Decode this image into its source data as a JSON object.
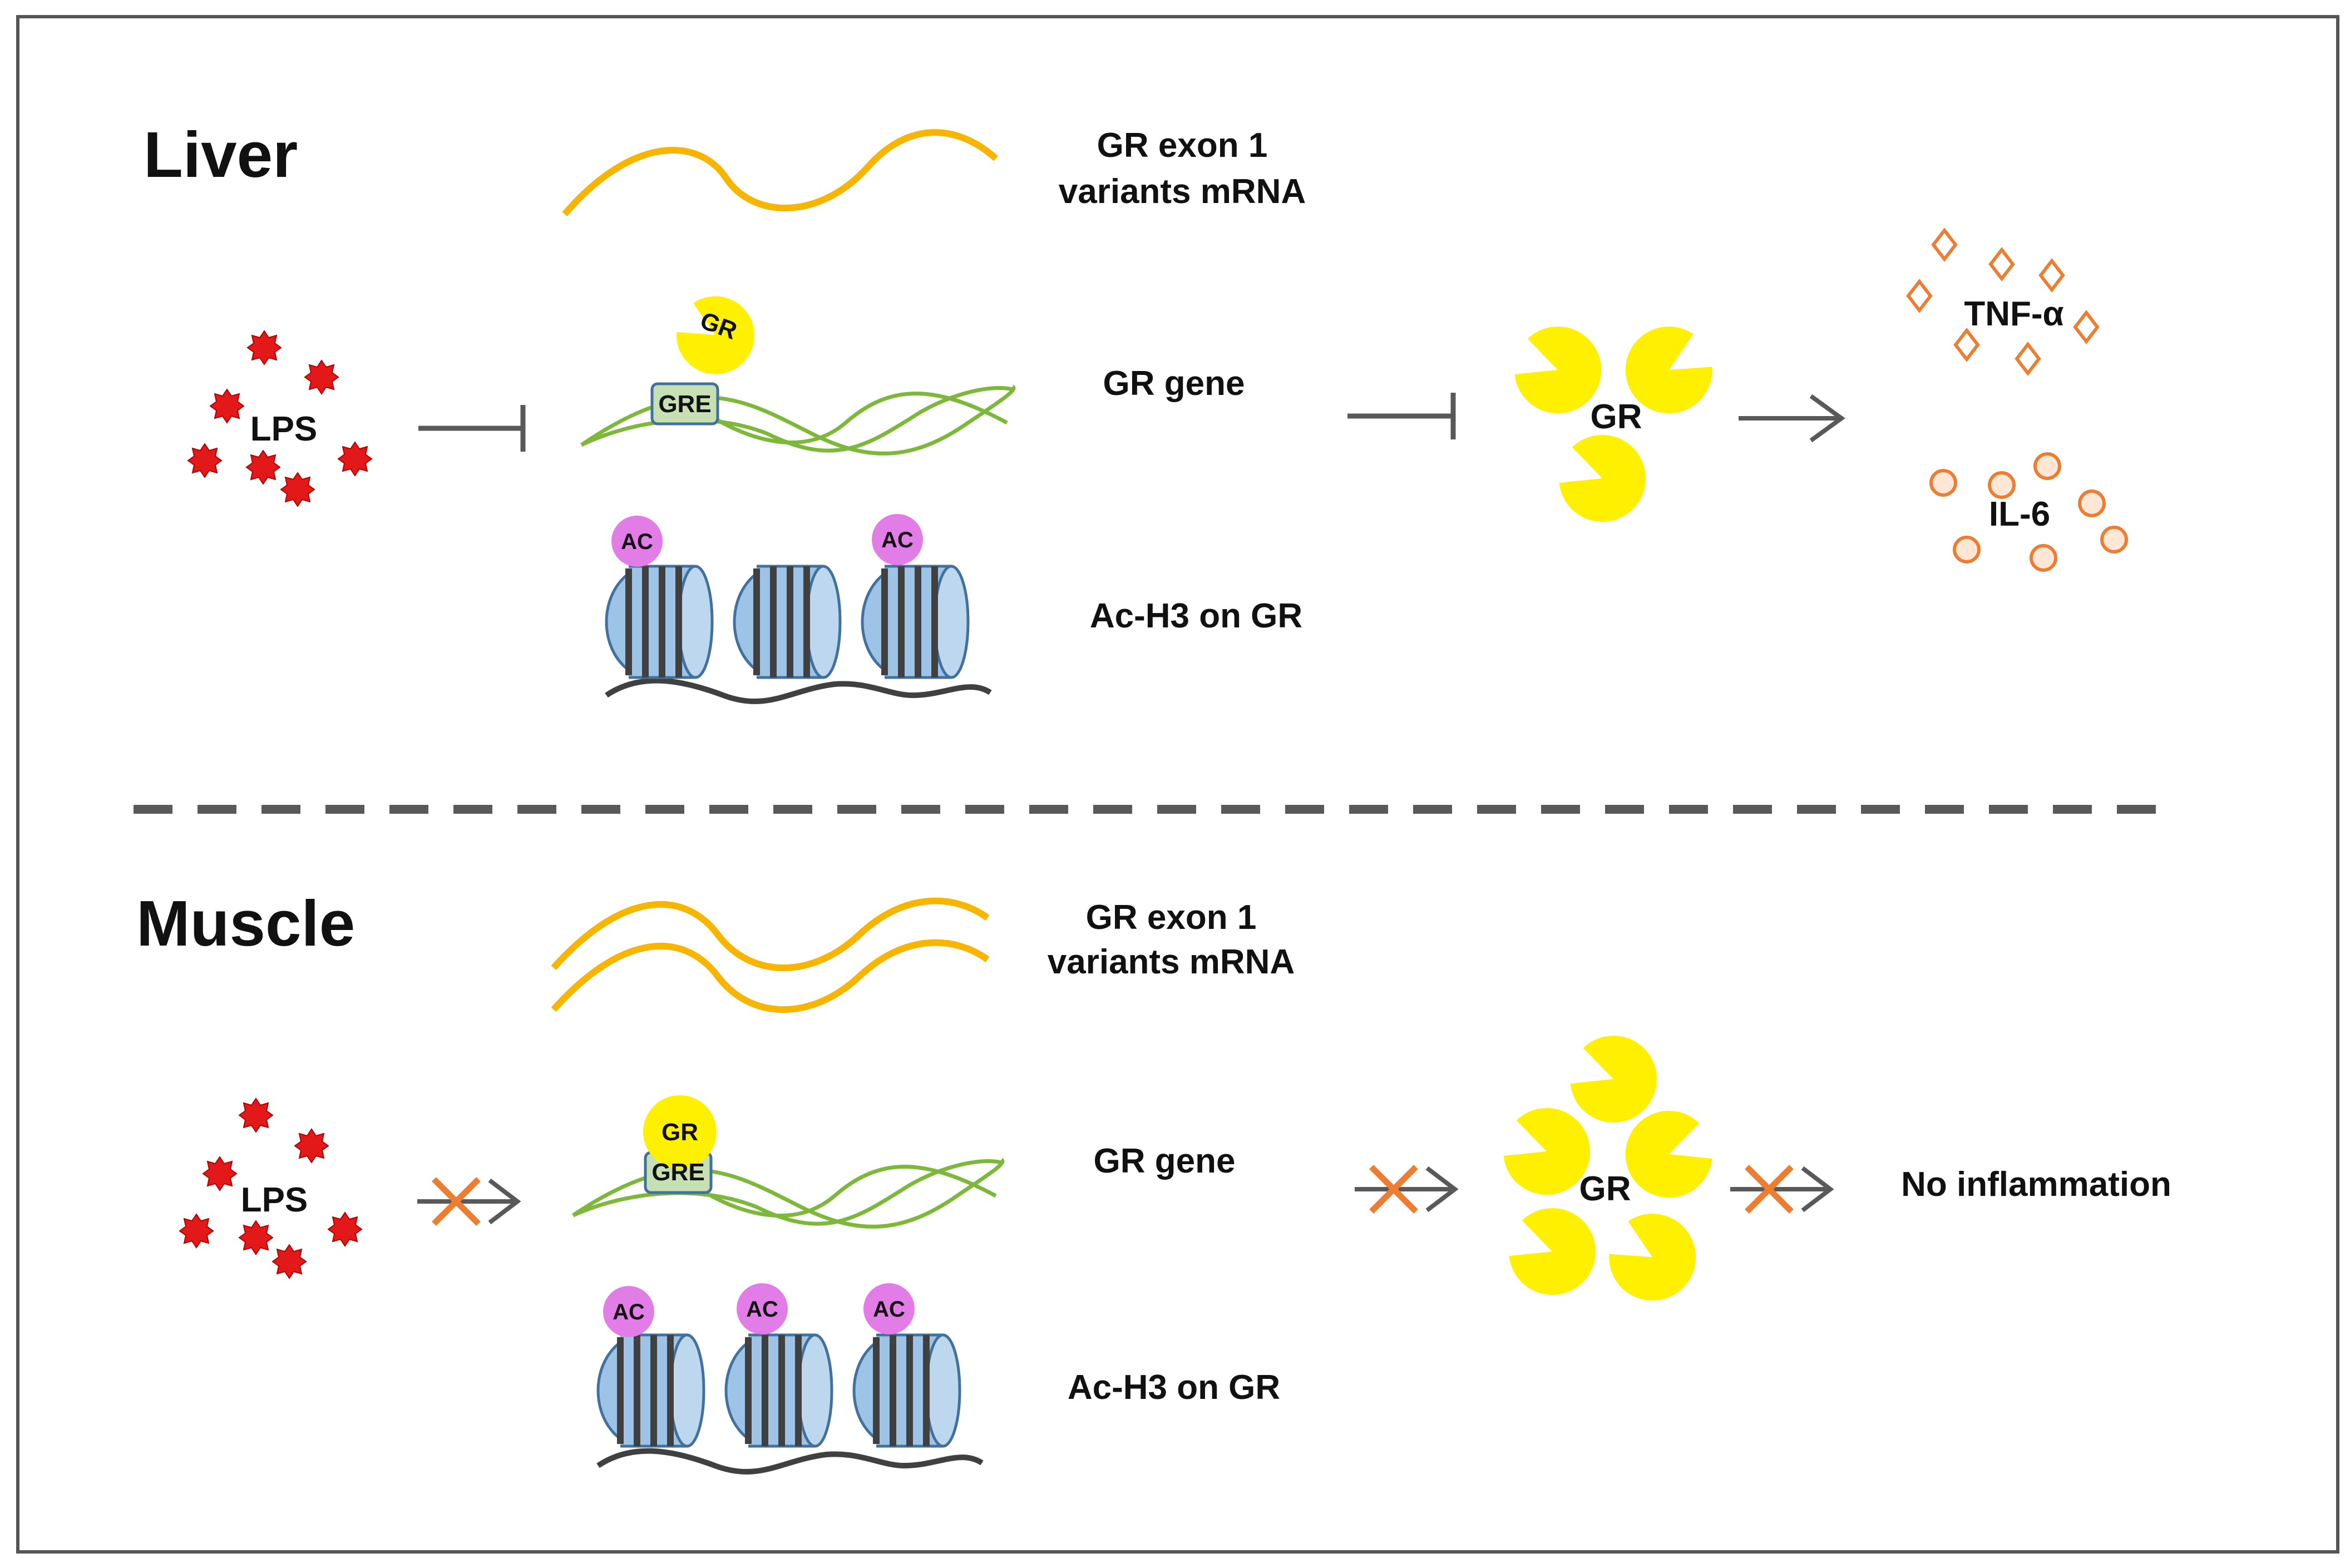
{
  "colors": {
    "frame": "#555555",
    "mrna": "#F7B500",
    "dna": "#7DB83A",
    "lps": "#E31818",
    "gr": "#FFF000",
    "ac": "#E27CE6",
    "nucleosome": "#9DC3E6",
    "nucleosome_edge": "#41719C",
    "cytokine": "#ED7D31",
    "arrow": "#595959",
    "block_x": "#ED7D31",
    "gre": "#C6E0B4"
  },
  "liver": {
    "title": "Liver",
    "mrna_label_line1": "GR exon 1",
    "mrna_label_line2": "variants mRNA",
    "lps_label": "LPS",
    "gr_bound_label": "GR",
    "gre_label": "GRE",
    "gene_label": "GR gene",
    "gr_protein_label": "GR",
    "tnf_label": "TNF-α",
    "il6_label": "IL-6",
    "ac_label": "AC",
    "acetyl_label": "Ac-H3 on GR"
  },
  "muscle": {
    "title": "Muscle",
    "mrna_label_line1": "GR exon 1",
    "mrna_label_line2": "variants mRNA",
    "lps_label": "LPS",
    "gr_bound_label": "GR",
    "gre_label": "GRE",
    "gene_label": "GR gene",
    "gr_protein_label": "GR",
    "outcome_label": "No inflammation",
    "ac_label": "AC",
    "acetyl_label": "Ac-H3 on GR"
  }
}
